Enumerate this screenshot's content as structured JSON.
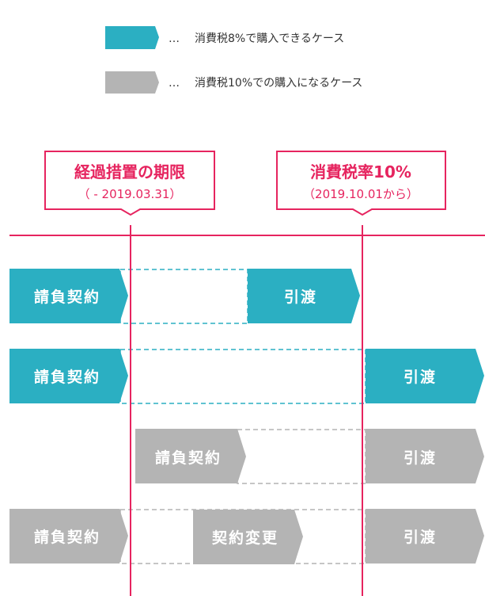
{
  "legend": [
    {
      "dots": "…",
      "label": "消費税8%で購入できるケース",
      "color": "#2bafc2"
    },
    {
      "dots": "…",
      "label": "消費税10%での購入になるケース",
      "color": "#b4b4b4"
    }
  ],
  "callouts": [
    {
      "title": "経過措置の期限",
      "subtitle": "（ - 2019.03.31）"
    },
    {
      "title": "消費税率10%",
      "subtitle": "（2019.10.01から）"
    }
  ],
  "colors": {
    "accent": "#e6245f",
    "teal": "#2bafc2",
    "grey": "#b4b4b4"
  },
  "rows": [
    {
      "case": "8%",
      "steps": [
        "請負契約",
        "引渡"
      ]
    },
    {
      "case": "8%",
      "steps": [
        "請負契約",
        "引渡"
      ]
    },
    {
      "case": "10%",
      "steps": [
        "請負契約",
        "引渡"
      ]
    },
    {
      "case": "10%",
      "steps": [
        "請負契約",
        "契約変更",
        "引渡"
      ]
    }
  ]
}
